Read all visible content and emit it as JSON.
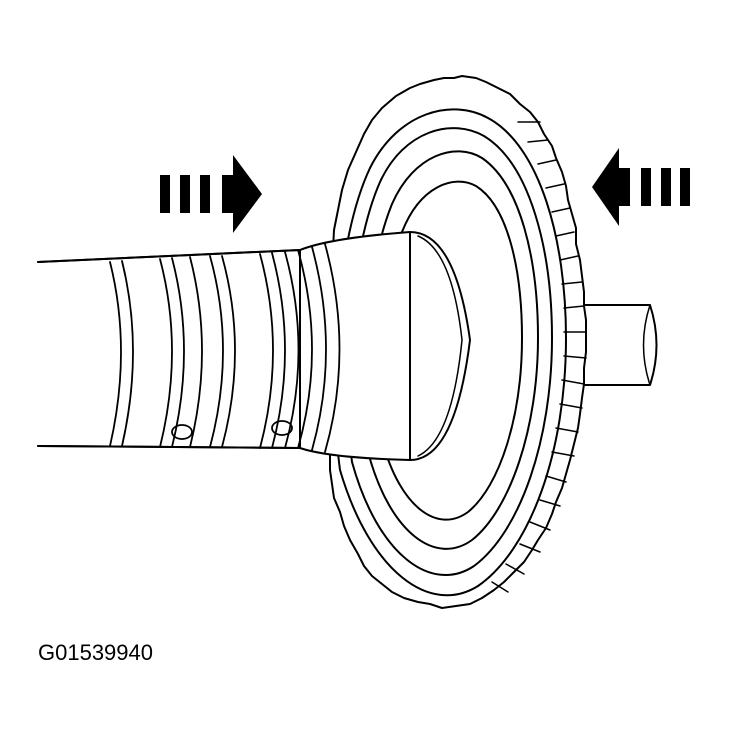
{
  "figure": {
    "caption": "G01539940",
    "arrow_direction_left": "right",
    "arrow_direction_right": "left",
    "colors": {
      "line": "#000000",
      "background": "#ffffff"
    },
    "icons": [
      "assembly-direction-arrow-icon",
      "assembly-direction-arrow-icon"
    ]
  }
}
